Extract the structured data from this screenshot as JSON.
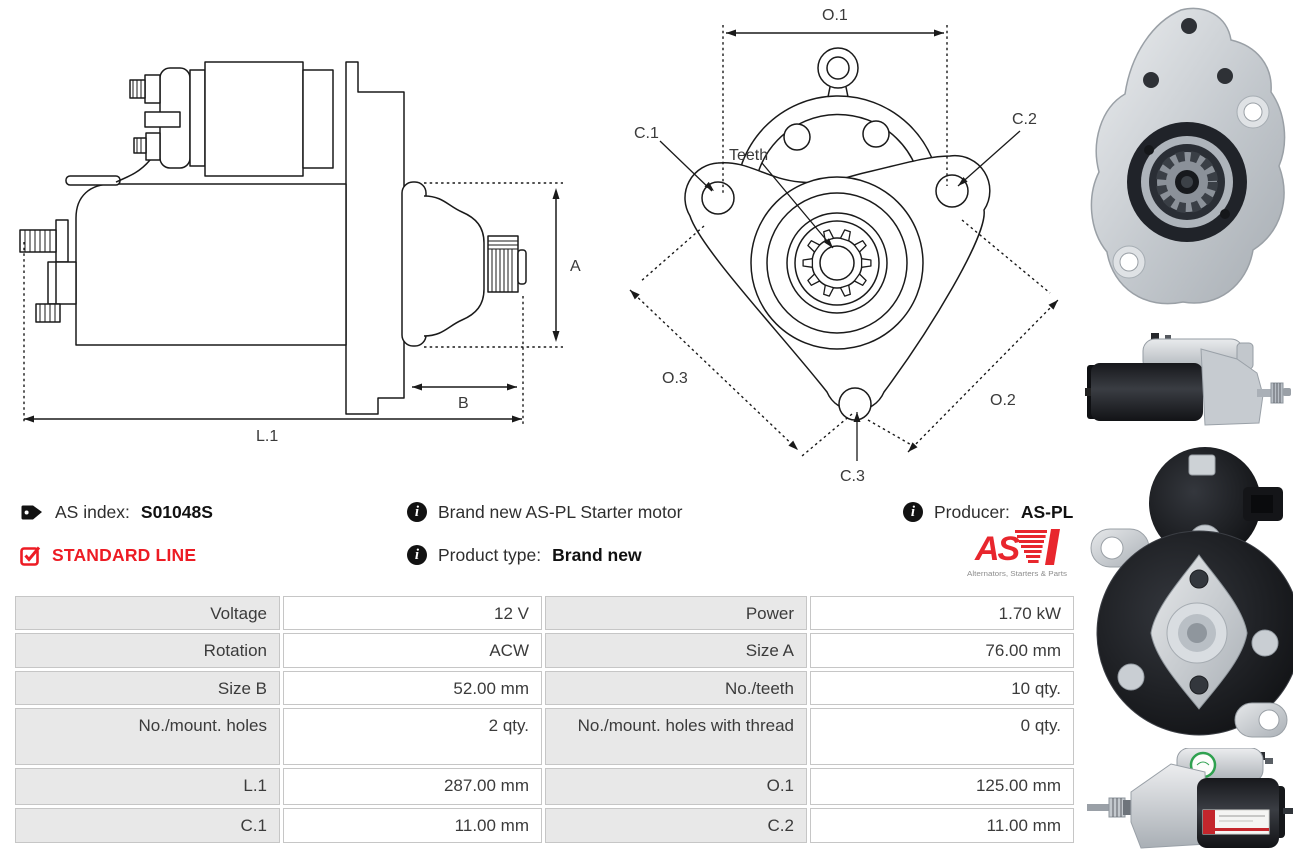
{
  "product": {
    "as_index_label": "AS index:",
    "as_index_value": "S01048S",
    "line_badge": "STANDARD LINE",
    "description": "Brand new AS-PL Starter motor",
    "product_type_label": "Product type:",
    "product_type_value": "Brand new",
    "producer_label": "Producer:",
    "producer_value": "AS-PL",
    "logo_text": "AS",
    "logo_tagline": "Alternators, Starters & Parts"
  },
  "icons": {
    "info_glyph": "i",
    "tag": "tag-icon",
    "checkbox": "checkbox-checked-icon",
    "info": "info-icon"
  },
  "diagram_side": {
    "labels": {
      "a": "A",
      "b": "B",
      "l1": "L.1"
    }
  },
  "diagram_front": {
    "labels": {
      "o1": "O.1",
      "o2": "O.2",
      "o3": "O.3",
      "c1": "C.1",
      "c2": "C.2",
      "c3": "C.3",
      "teeth": "Teeth"
    }
  },
  "spec_table": {
    "rows": [
      {
        "label1": "Voltage",
        "value1": "12 V",
        "label2": "Power",
        "value2": "1.70 kW"
      },
      {
        "label1": "Rotation",
        "value1": "ACW",
        "label2": "Size A",
        "value2": "76.00 mm"
      },
      {
        "label1": "Size B",
        "value1": "52.00 mm",
        "label2": "No./teeth",
        "value2": "10 qty."
      },
      {
        "label1": "No./mount. holes",
        "value1": "2 qty.",
        "label2": "No./mount. holes with thread",
        "value2": "0 qty."
      },
      {
        "label1": "L.1",
        "value1": "287.00 mm",
        "label2": "O.1",
        "value2": "125.00 mm"
      },
      {
        "label1": "C.1",
        "value1": "11.00 mm",
        "label2": "C.2",
        "value2": "11.00 mm"
      }
    ]
  },
  "colors": {
    "accent_red": "#ed1c24",
    "logo_red": "#e8262d",
    "table_label_bg": "#e8e8e8",
    "table_border": "#c6c6c6",
    "line_color": "#1a1a1a"
  }
}
